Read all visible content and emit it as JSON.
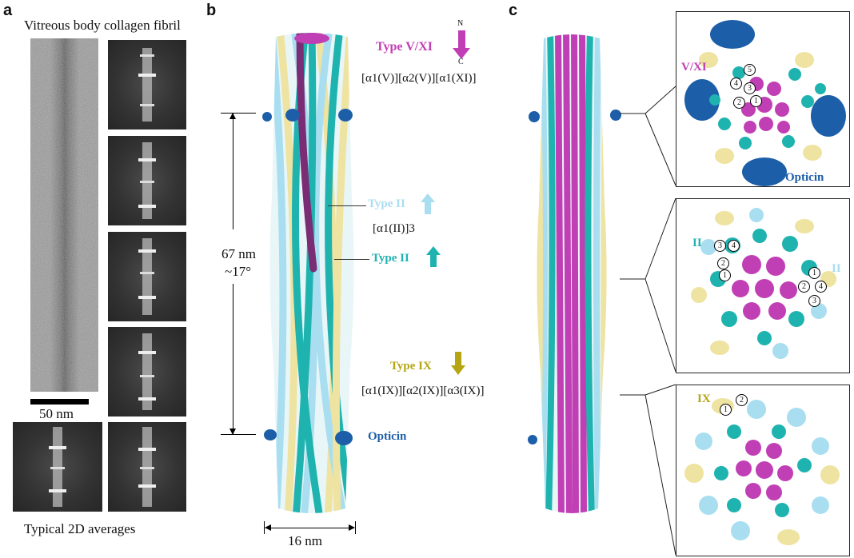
{
  "panels": {
    "a": {
      "letter": "a",
      "title": "Vitreous body collagen fibril",
      "scale_bar_label": "50 nm",
      "averages_caption": "Typical 2D averages"
    },
    "b": {
      "letter": "b",
      "type_vxi": {
        "label": "Type V/XI",
        "formula": "[α1(V)][α2(V)][α1(XI)]",
        "arrow_n": "N",
        "arrow_c": "C"
      },
      "type_ii_light": {
        "label": "Type II"
      },
      "type_ii_formula": "[α1(II)]3",
      "type_ii_dark": {
        "label": "Type II"
      },
      "type_ix": {
        "label": "Type IX",
        "formula": "[α1(IX)][α2(IX)][α3(IX)]"
      },
      "opticin_label": "Opticin",
      "period_label": "67 nm",
      "angle_label": "~17°",
      "width_label": "16 nm"
    },
    "c": {
      "letter": "c",
      "section_top": {
        "label_vxi": "V/XI",
        "label_opticin": "Opticin",
        "numbers": [
          "5",
          "4",
          "3",
          "2",
          "1"
        ]
      },
      "section_mid": {
        "label_left": "II",
        "label_right": "II",
        "numbers_left": [
          "3",
          "4",
          "2",
          "1"
        ],
        "numbers_right": [
          "1",
          "2",
          "4",
          "3"
        ]
      },
      "section_bot": {
        "label": "IX",
        "numbers": [
          "1",
          "2"
        ]
      }
    }
  },
  "colors": {
    "magenta": "#c13fb4",
    "teal": "#1fb3b0",
    "light_blue": "#a9def0",
    "yellow": "#efe3a1",
    "dark_blue": "#1d5ea8",
    "olive": "#b5a512"
  }
}
